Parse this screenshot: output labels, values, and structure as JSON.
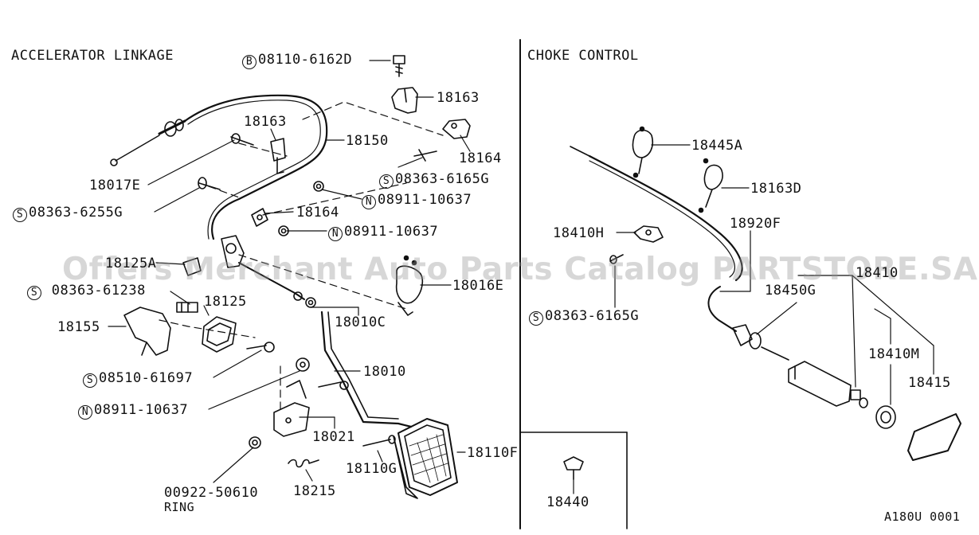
{
  "sections": {
    "left_title": "ACCELERATOR LINKAGE",
    "right_title": "CHOKE CONTROL"
  },
  "watermark": "Offers Merchant Auto Parts Catalog PARTSTORE.SA",
  "footer_code": "A180U 0001",
  "ring_note": "RING",
  "parts": {
    "p08110_6162D": {
      "prefix": "B",
      "text": "08110-6162D"
    },
    "p18163_top": {
      "text": "18163"
    },
    "p18163_mid": {
      "text": "18163"
    },
    "p18150": {
      "text": "18150"
    },
    "p18164_right": {
      "text": "18164"
    },
    "p08363_6165G_left": {
      "prefix": "S",
      "text": "08363-6165G"
    },
    "p18017E": {
      "text": "18017E"
    },
    "p08911_10637_a": {
      "prefix": "N",
      "text": "08911-10637"
    },
    "p08363_6255G": {
      "prefix": "S",
      "text": "08363-6255G"
    },
    "p18164_mid": {
      "text": "18164"
    },
    "p08911_10637_b": {
      "prefix": "N",
      "text": "08911-10637"
    },
    "p18125A": {
      "text": "18125A"
    },
    "p18016E": {
      "text": "18016E"
    },
    "p08363_61238": {
      "prefix": "S",
      "text": "08363-61238"
    },
    "p18125": {
      "text": "18125"
    },
    "p18155": {
      "text": "18155"
    },
    "p18010C": {
      "text": "18010C"
    },
    "p18010": {
      "text": "18010"
    },
    "p08510_61697": {
      "prefix": "S",
      "text": "08510-61697"
    },
    "p08911_10637_c": {
      "prefix": "N",
      "text": "08911-10637"
    },
    "p18021": {
      "text": "18021"
    },
    "p18110F": {
      "text": "18110F"
    },
    "p18110G": {
      "text": "18110G"
    },
    "p00922_50610": {
      "text": "00922-50610"
    },
    "p18215": {
      "text": "18215"
    },
    "p18445A": {
      "text": "18445A"
    },
    "p18163D": {
      "text": "18163D"
    },
    "p18410H": {
      "text": "18410H"
    },
    "p18920F": {
      "text": "18920F"
    },
    "p18410": {
      "text": "18410"
    },
    "p18450G": {
      "text": "18450G"
    },
    "p08363_6165G_right": {
      "prefix": "S",
      "text": "08363-6165G"
    },
    "p18410M": {
      "text": "18410M"
    },
    "p18415": {
      "text": "18415"
    },
    "p18440": {
      "text": "18440"
    }
  }
}
